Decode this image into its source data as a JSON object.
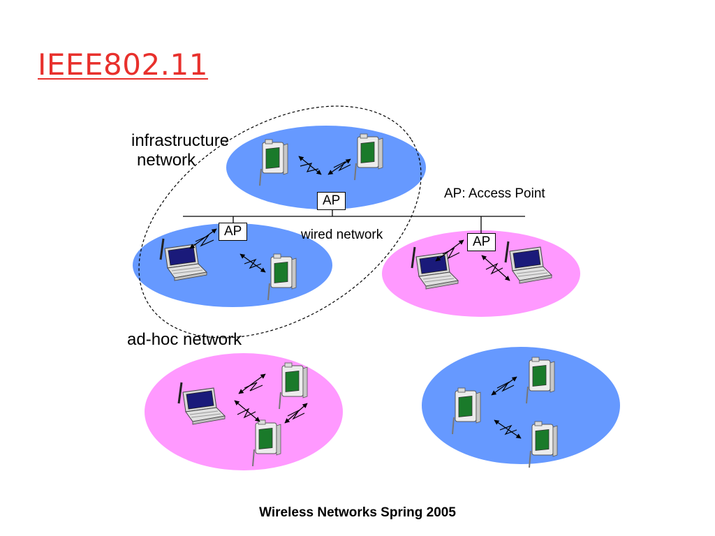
{
  "slide": {
    "title": "IEEE802.11",
    "footer": "Wireless Networks Spring 2005"
  },
  "labels": {
    "infrastructure_line1": "infrastructure",
    "infrastructure_line2": "network",
    "ad_hoc": "ad-hoc network",
    "wired": "wired network",
    "legend": "AP: Access Point"
  },
  "access_points": [
    {
      "label": "AP"
    },
    {
      "label": "AP"
    },
    {
      "label": "AP"
    }
  ],
  "colors": {
    "title": "#e8302c",
    "cell_blue": "#6699ff",
    "cell_pink": "#ff99ff",
    "device_screen": "#1a7a2a",
    "laptop_screen": "#1a1a7a"
  },
  "icons": [
    "pda-icon",
    "laptop-icon",
    "wireless-link-icon"
  ]
}
